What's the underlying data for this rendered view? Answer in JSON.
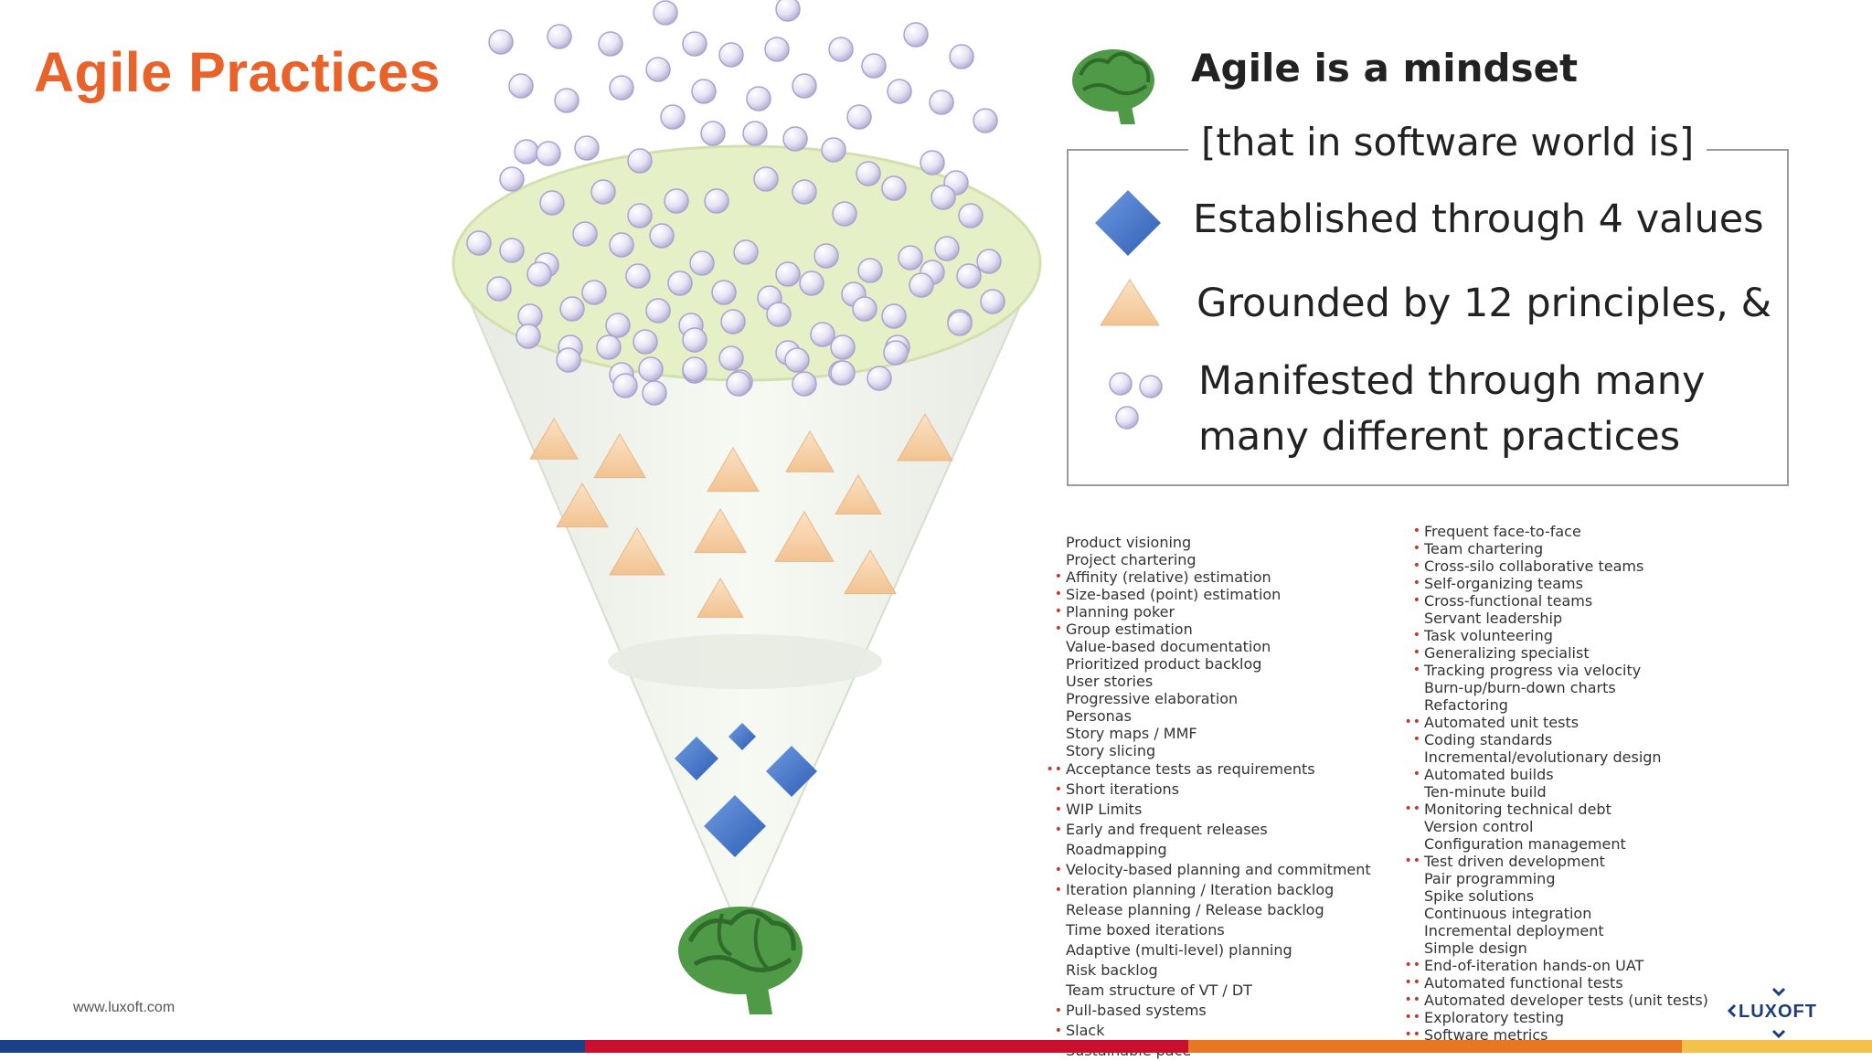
{
  "slide": {
    "title": "Agile Practices",
    "footer_url": "www.luxoft.com",
    "logo_text": "LUXOFT"
  },
  "legend": {
    "mindset": "Agile is a mindset",
    "caption": "[that in software world is]",
    "values": "Established through 4 values",
    "principles": "Grounded by 12 principles, &",
    "practices_line1": "Manifested through many",
    "practices_line2": "many different practices"
  },
  "practices_left": [
    {
      "label": "Product visioning",
      "mark": ""
    },
    {
      "label": "Project chartering",
      "mark": ""
    },
    {
      "label": "Affinity (relative) estimation",
      "mark": "•"
    },
    {
      "label": "Size-based (point) estimation",
      "mark": "•"
    },
    {
      "label": "Planning poker",
      "mark": "•"
    },
    {
      "label": "Group estimation",
      "mark": "•"
    },
    {
      "label": "Value-based documentation",
      "mark": ""
    },
    {
      "label": "Prioritized product backlog",
      "mark": ""
    },
    {
      "label": "User stories",
      "mark": ""
    },
    {
      "label": "Progressive elaboration",
      "mark": ""
    },
    {
      "label": "Personas",
      "mark": ""
    },
    {
      "label": "Story maps / MMF",
      "mark": ""
    },
    {
      "label": "Story slicing",
      "mark": ""
    },
    {
      "label": "Acceptance tests as requirements",
      "mark": "••"
    },
    {
      "label": "Short iterations",
      "mark": "•"
    },
    {
      "label": "WIP Limits",
      "mark": "•"
    },
    {
      "label": "Early and frequent releases",
      "mark": "•"
    },
    {
      "label": "Roadmapping",
      "mark": ""
    },
    {
      "label": "Velocity-based planning and commitment",
      "mark": "•"
    },
    {
      "label": "Iteration planning / Iteration backlog",
      "mark": "•"
    },
    {
      "label": "Release planning / Release backlog",
      "mark": ""
    },
    {
      "label": "Time boxed iterations",
      "mark": ""
    },
    {
      "label": "Adaptive (multi-level) planning",
      "mark": ""
    },
    {
      "label": "Risk backlog",
      "mark": ""
    },
    {
      "label": "Team structure of VT / DT",
      "mark": ""
    },
    {
      "label": "Pull-based systems",
      "mark": "•"
    },
    {
      "label": "Slack",
      "mark": "•"
    },
    {
      "label": "Sustainable pace",
      "mark": "•"
    }
  ],
  "practices_right": [
    {
      "label": "Frequent face-to-face",
      "mark": "•"
    },
    {
      "label": "Team chartering",
      "mark": "•"
    },
    {
      "label": "Cross-silo collaborative teams",
      "mark": "•"
    },
    {
      "label": "Self-organizing teams",
      "mark": "•"
    },
    {
      "label": "Cross-functional teams",
      "mark": "•"
    },
    {
      "label": "Servant leadership",
      "mark": ""
    },
    {
      "label": "Task volunteering",
      "mark": "•"
    },
    {
      "label": "Generalizing specialist",
      "mark": "•"
    },
    {
      "label": "Tracking progress via velocity",
      "mark": "•"
    },
    {
      "label": "Burn-up/burn-down charts",
      "mark": ""
    },
    {
      "label": "Refactoring",
      "mark": ""
    },
    {
      "label": "Automated unit tests",
      "mark": "••"
    },
    {
      "label": "Coding standards",
      "mark": "•"
    },
    {
      "label": "Incremental/evolutionary design",
      "mark": ""
    },
    {
      "label": "Automated builds",
      "mark": "•"
    },
    {
      "label": "Ten-minute build",
      "mark": ""
    },
    {
      "label": "Monitoring technical debt",
      "mark": "••"
    },
    {
      "label": "Version control",
      "mark": ""
    },
    {
      "label": "Configuration management",
      "mark": ""
    },
    {
      "label": "Test driven development",
      "mark": "••"
    },
    {
      "label": "Pair programming",
      "mark": ""
    },
    {
      "label": "Spike solutions",
      "mark": ""
    },
    {
      "label": "Continuous integration",
      "mark": ""
    },
    {
      "label": "Incremental deployment",
      "mark": ""
    },
    {
      "label": "Simple design",
      "mark": ""
    },
    {
      "label": "End-of-iteration hands-on UAT",
      "mark": "••"
    },
    {
      "label": "Automated functional tests",
      "mark": "••"
    },
    {
      "label": "Automated developer tests (unit tests)",
      "mark": "••"
    },
    {
      "label": "Exploratory testing",
      "mark": "••"
    },
    {
      "label": "Software metrics",
      "mark": "••"
    }
  ],
  "colors": {
    "title": "#e8622a",
    "bubble": "#e4e0f2",
    "triangle": "#f7d2ab",
    "diamond": "#3f74c8",
    "brain": "#4f9a46",
    "funnel_top": "#e8f2c8",
    "bar_segments": [
      "#1c3f8a",
      "#c8102e",
      "#e87722",
      "#f2c14e"
    ]
  },
  "icons": [
    "brain-icon",
    "diamond-icon",
    "triangle-icon",
    "bubble-icon"
  ]
}
